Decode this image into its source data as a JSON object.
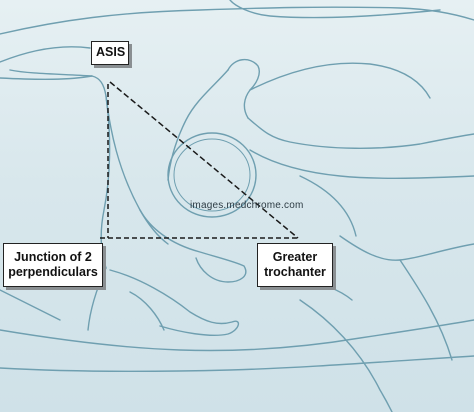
{
  "labels": {
    "asis": "ASIS",
    "junction_line1": "Junction of 2",
    "junction_line2": "perpendiculars",
    "greater_line1": "Greater",
    "greater_line2": "trochanter"
  },
  "watermark": "images.medchrome.com",
  "colors": {
    "background": "#dce9ee",
    "sketch_stroke": "#6f9fb0",
    "construction_line": "#1a1a1a",
    "label_fill": "#ffffff",
    "label_border": "#222222"
  }
}
